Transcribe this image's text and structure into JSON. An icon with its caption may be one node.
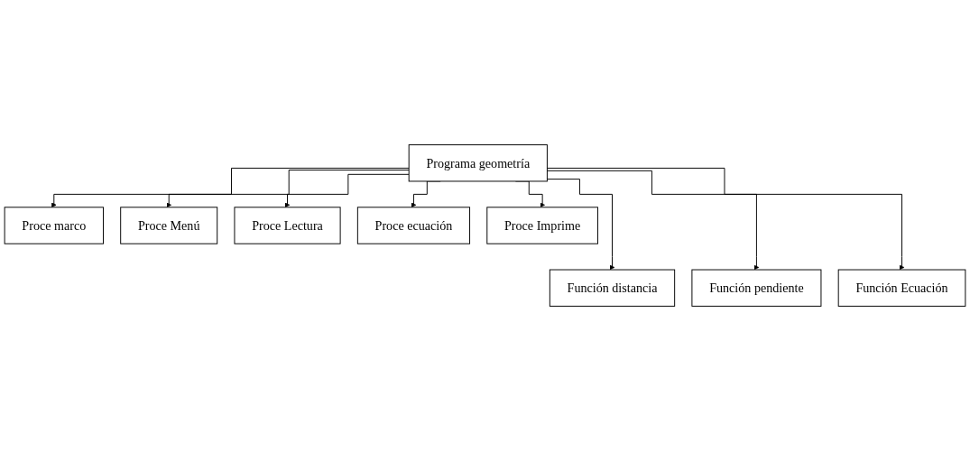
{
  "diagram": {
    "nodes": [
      {
        "text": [
          "Programa geometría"
        ]
      },
      {
        "text": [
          "Proce marco"
        ]
      },
      {
        "text": [
          "Proce Menú"
        ]
      },
      {
        "text": [
          "Proce Lectura"
        ]
      },
      {
        "text": [
          "Proce ecuación"
        ]
      },
      {
        "text": [
          "Proce Imprime"
        ]
      },
      {
        "text": [
          "Función distancia"
        ]
      },
      {
        "text": [
          "Función pendiente"
        ]
      },
      {
        "text": [
          "Función Ecuación"
        ]
      }
    ],
    "edges": [
      {
        "from": 0,
        "to": 1,
        "arrow": "to"
      },
      {
        "from": 0,
        "to": 2,
        "arrow": "to"
      },
      {
        "from": 0,
        "to": 3,
        "arrow": "to"
      },
      {
        "from": 0,
        "to": 4,
        "arrow": "to"
      },
      {
        "from": 0,
        "to": 5,
        "arrow": "to"
      },
      {
        "from": 0,
        "to": 6,
        "arrow": "to"
      },
      {
        "from": 0,
        "to": 7,
        "arrow": "to"
      },
      {
        "from": 0,
        "to": 8,
        "arrow": "to"
      }
    ]
  }
}
